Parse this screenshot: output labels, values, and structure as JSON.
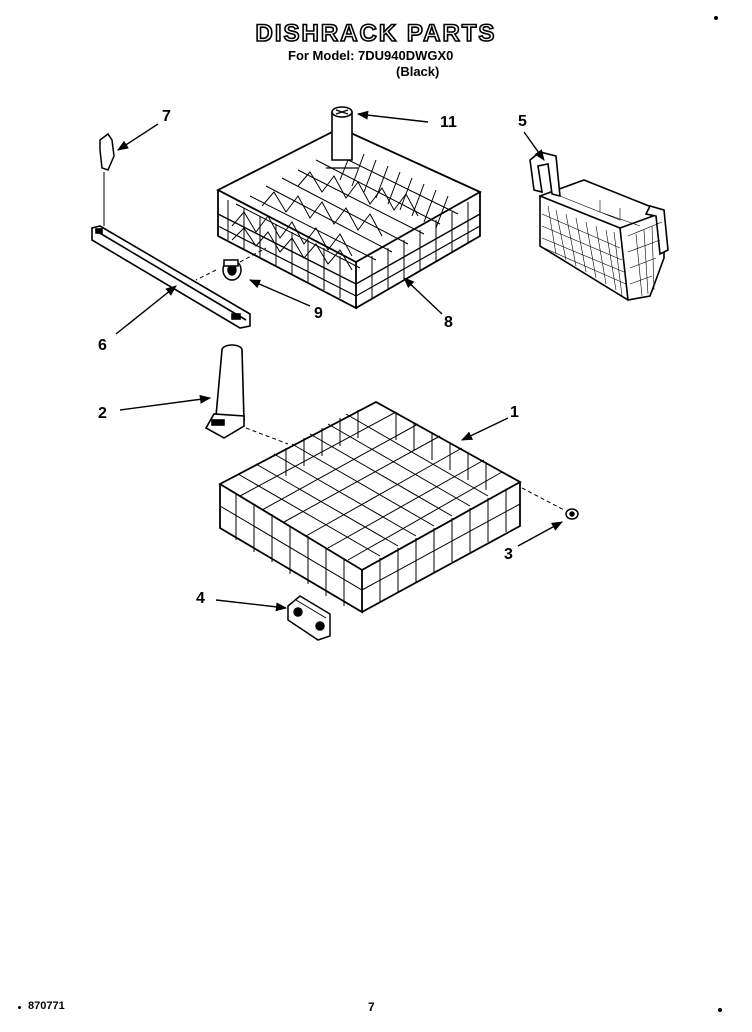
{
  "header": {
    "title": "DISHRACK PARTS",
    "model_line": "For Model: 7DU940DWGX0",
    "color": "(Black)"
  },
  "callouts": {
    "c1": "1",
    "c2": "2",
    "c3": "3",
    "c4": "4",
    "c5": "5",
    "c6": "6",
    "c7": "7",
    "c8": "8",
    "c9": "9",
    "c11": "11"
  },
  "footer": {
    "doc_number": "870771",
    "page_number": "7"
  }
}
